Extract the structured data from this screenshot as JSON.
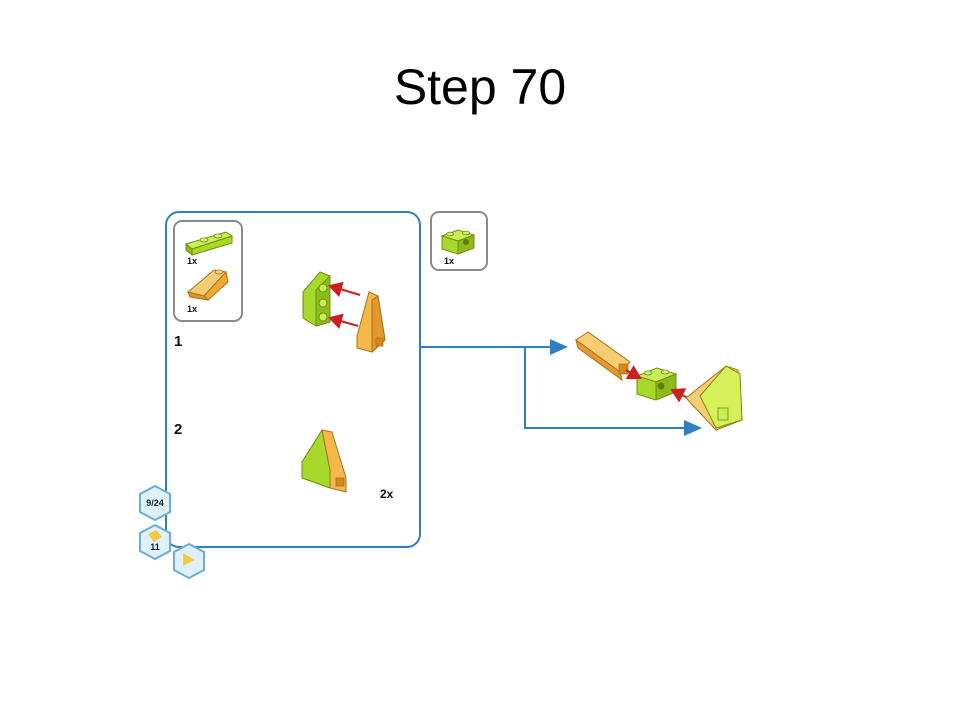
{
  "slide": {
    "title": "Step 70"
  },
  "submodel": {
    "parts": [
      {
        "qty": "1x"
      },
      {
        "qty": "1x"
      }
    ],
    "step1_label": "1",
    "step2_label": "2",
    "multiplier": "2x"
  },
  "main_parts": [
    {
      "qty": "1x"
    }
  ],
  "badges": [
    {
      "text": "9/24"
    },
    {
      "text": "11"
    }
  ],
  "colors": {
    "frame": "#2f7fc1",
    "lime": "#a6d92a",
    "yellow_orange": "#f4b84b",
    "arrow_red": "#cc1f1f"
  }
}
